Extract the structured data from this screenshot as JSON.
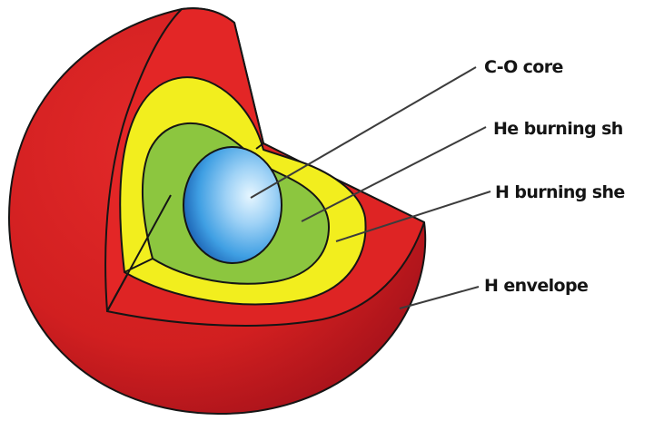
{
  "labels": {
    "core": "C-O core",
    "he_shell": "He burning sh",
    "h_shell": "H burning she",
    "envelope": "H envelope"
  },
  "layers": [
    {
      "key": "envelope",
      "color": "#e02828"
    },
    {
      "key": "h_shell",
      "color": "#f2f01e"
    },
    {
      "key": "he_shell",
      "color": "#8cc63f"
    },
    {
      "key": "core",
      "color": "#3f9fe3"
    }
  ],
  "outline_color": "#151515"
}
